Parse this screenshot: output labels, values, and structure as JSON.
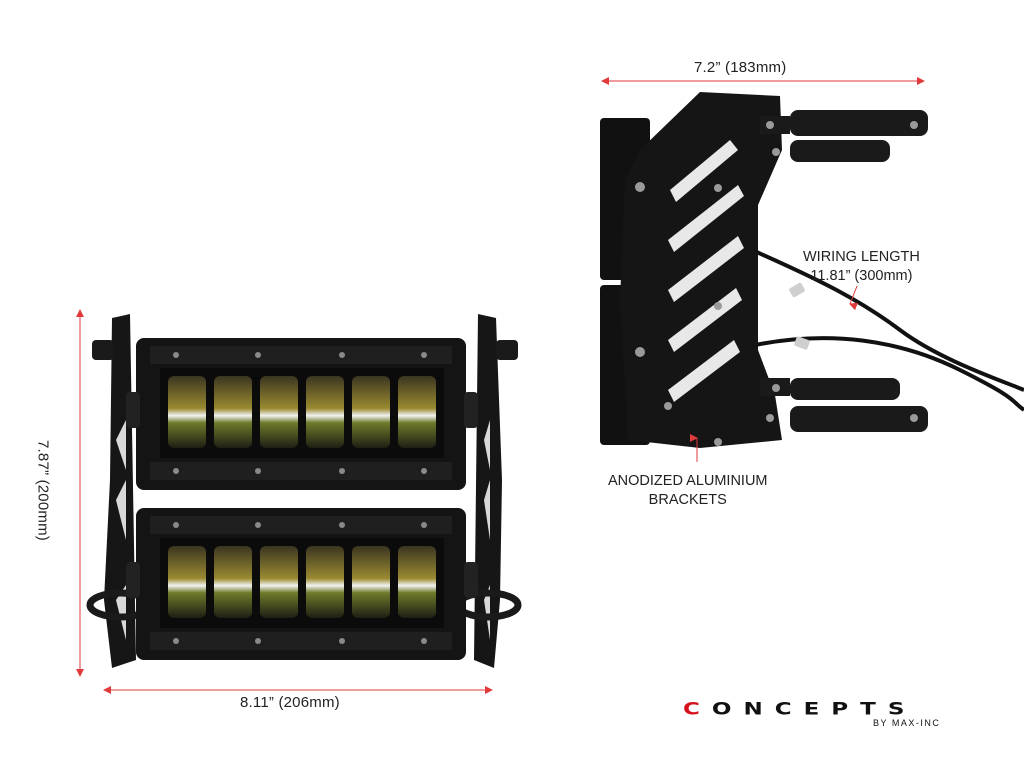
{
  "dimensions": {
    "top_width": "7.2” (183mm)",
    "height": "7.87” (200mm)",
    "bottom_width": "8.11” (206mm)"
  },
  "callouts": {
    "wiring_line1": "WIRING LENGTH",
    "wiring_line2": "11.81” (300mm)",
    "brackets_line1": "ANODIZED ALUMINIUM",
    "brackets_line2": "BRACKETS"
  },
  "brand": {
    "first_letter": "C",
    "rest": "ONCEPTS",
    "sub": "BY MAX-INC",
    "accent_color": "#d3121b"
  },
  "colors": {
    "dimension_arrow": "#e03a3a",
    "product_black": "#111111"
  }
}
